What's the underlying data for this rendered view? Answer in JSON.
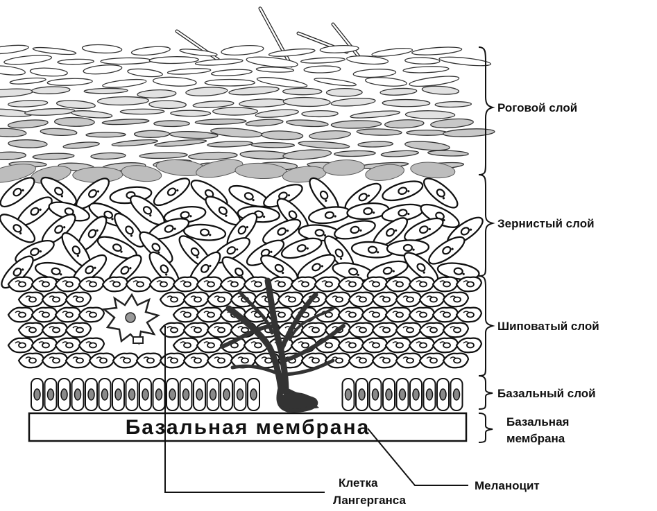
{
  "diagram": {
    "layers": {
      "stratum_corneum": "Роговой слой",
      "stratum_granulosum": "Зернистый слой",
      "stratum_spinosum": "Шиповатый слой",
      "stratum_basale": "Базальный слой",
      "basement_membrane_line1": "Базальная",
      "basement_membrane_line2": "мембрана"
    },
    "membrane_label": "Базальная мембрана",
    "cells": {
      "langerhans_line1": "Клетка",
      "langerhans_line2": "Лангерганса",
      "melanocyte": "Меланоцит"
    }
  }
}
